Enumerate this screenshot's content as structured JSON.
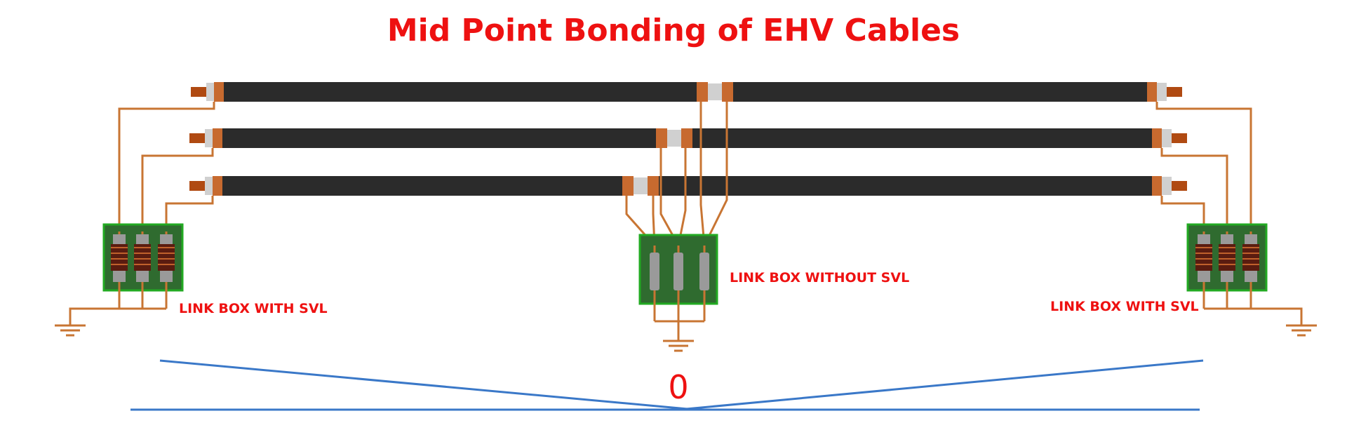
{
  "title": "Mid Point Bonding of EHV Cables",
  "labels": {
    "left_link_box": "LINK BOX WITH SVL",
    "middle_link_box": "LINK BOX WITHOUT SVL",
    "right_link_box": "LINK BOX WITH SVL",
    "voltage_zero": "0"
  },
  "colors": {
    "title_text": "#ee1111",
    "cable_jacket": "#2b2b2b",
    "copper": "#c76a2f",
    "copper_core": "#b04a12",
    "insulation": "#d0d0d0",
    "link_box_fill": "#2f6b2f",
    "link_box_border": "#22aa22",
    "bond_wire": "#c87533",
    "voltage_line": "#3a78c8"
  },
  "icons": [
    "cable-icon",
    "link-box-icon",
    "svl-surge-limiter-icon",
    "earth-ground-icon"
  ]
}
